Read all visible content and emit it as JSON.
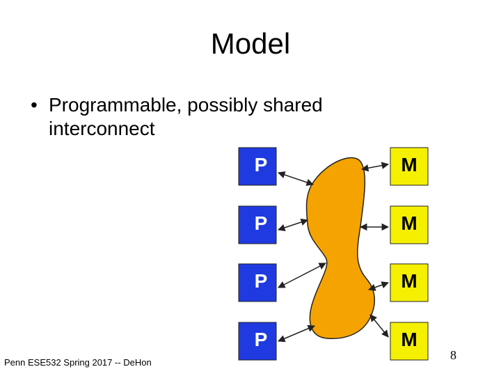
{
  "slide": {
    "title": "Model",
    "bullets": [
      {
        "marker": "•",
        "text": "Programmable, possibly shared interconnect"
      }
    ],
    "footer": "Penn ESE532 Spring 2017 -- DeHon",
    "page_number": "8"
  },
  "diagram": {
    "processors": [
      {
        "label": "P"
      },
      {
        "label": "P"
      },
      {
        "label": "P"
      },
      {
        "label": "P"
      }
    ],
    "memories": [
      {
        "label": "M"
      },
      {
        "label": "M"
      },
      {
        "label": "M"
      },
      {
        "label": "M"
      }
    ],
    "colors": {
      "processor_fill": "#1f3ae0",
      "memory_fill": "#f5f000",
      "interconnect_fill": "#f5a300",
      "outline": "#222222",
      "processor_text": "#ffffff",
      "memory_text": "#000000"
    }
  }
}
